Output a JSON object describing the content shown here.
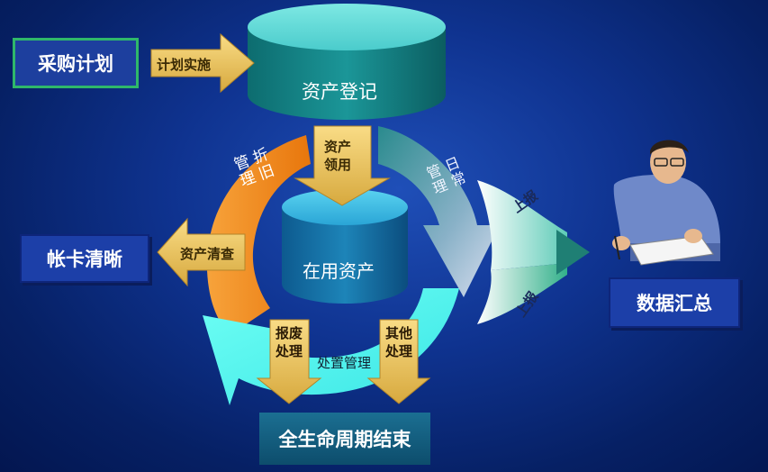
{
  "nodes": {
    "purchase_plan": "采购计划",
    "plan_implement": "计划实施",
    "asset_register": "资产登记",
    "asset_receive": "资产\n领用",
    "depreciation": "折旧\n管理",
    "daily_manage": "日常\n管理",
    "card_clear": "帐卡清晰",
    "asset_check": "资产清查",
    "in_use_assets": "在用资产",
    "report_top": "上报",
    "report_bottom": "上报",
    "data_summary": "数据汇总",
    "scrap": "报废\n处理",
    "disposal_manage": "处置管理",
    "other_handle": "其他\n处理",
    "lifecycle_end": "全生命周期结束"
  },
  "colors": {
    "accent_green": "#2fb86a",
    "box_blue": "#1c3fa8",
    "cylinder_teal": "#4fc9c9",
    "arc_orange": "#f38a1c",
    "arc_cyan": "#4dfcf2",
    "arrow_gold": "#e9c45a"
  }
}
